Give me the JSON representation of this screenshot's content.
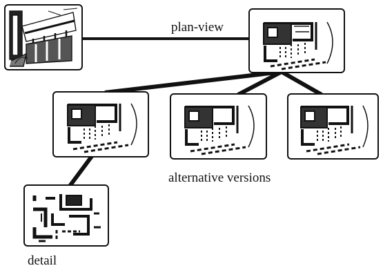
{
  "diagram": {
    "labels": {
      "plan_view": "plan-view",
      "alternatives": "alternative versions",
      "detail": "detail"
    },
    "nodes": [
      {
        "id": "perspective-sketch",
        "kind": "perspective sketch"
      },
      {
        "id": "plan-view",
        "kind": "floor plan"
      },
      {
        "id": "alternative-version-1",
        "kind": "floor plan"
      },
      {
        "id": "alternative-version-2",
        "kind": "floor plan"
      },
      {
        "id": "alternative-version-3",
        "kind": "floor plan"
      },
      {
        "id": "detail",
        "kind": "detail plan"
      }
    ],
    "edges": [
      {
        "from": "perspective-sketch",
        "to": "plan-view"
      },
      {
        "from": "plan-view",
        "to": "alternative-version-1"
      },
      {
        "from": "plan-view",
        "to": "alternative-version-2"
      },
      {
        "from": "plan-view",
        "to": "alternative-version-3"
      },
      {
        "from": "alternative-version-1",
        "to": "detail"
      }
    ],
    "colors": {
      "ink": "#111111",
      "paper": "#ffffff"
    }
  }
}
